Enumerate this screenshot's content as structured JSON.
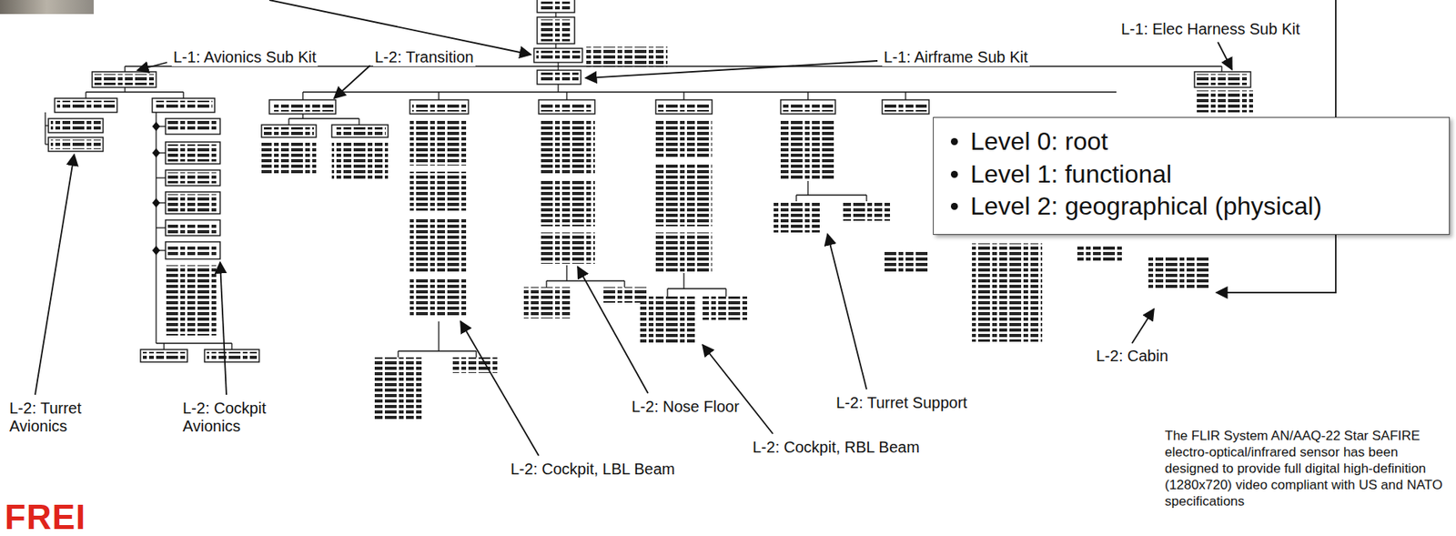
{
  "diagram": {
    "nodes": [
      {
        "text": [
          "Level 0: root",
          "Level 1: functional",
          "Level 2: geographical (physical)"
        ]
      }
    ],
    "labels": [
      "L-1: Elec Harness Sub Kit",
      "L-1: Avionics Sub Kit",
      "L-2: Transition",
      "L-1: Airframe Sub Kit",
      "L-2: Turret Avionics",
      "L-2: Cockpit Avionics",
      "L-2: Nose Floor",
      "L-2: Cockpit, LBL Beam",
      "L-2: Cockpit, RBL Beam",
      "L-2: Turret Support",
      "L-2: Cabin",
      "The FLIR System AN/AAQ-22 Star SAFIRE electro-optical/infrared sensor has been designed to provide full digital high-definition (1280x720) video compliant with US and NATO specifications",
      "FREI"
    ]
  }
}
